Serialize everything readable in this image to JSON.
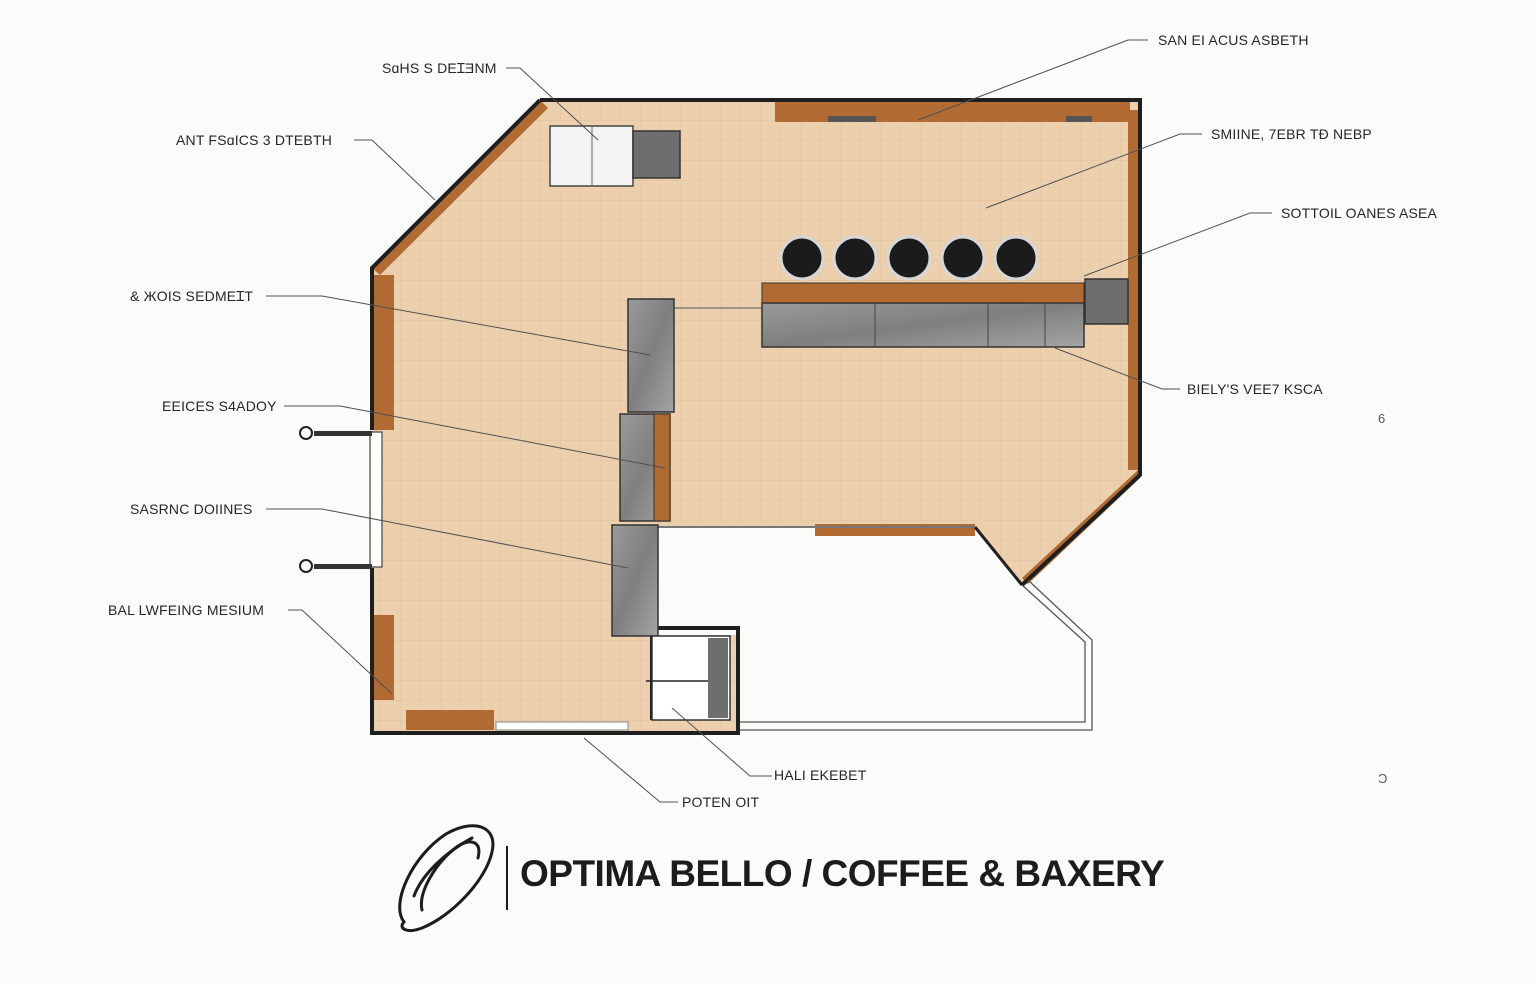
{
  "labels": {
    "l1": "SɑHS S DEꞮƎNM",
    "l2": "ANT FSɑICS 3 DTEBTH",
    "l3": "& ЖOIS SEDMEꞮT",
    "l4": "EEICES S4ADOY",
    "l5": "SASRNC DOIINES",
    "l6": "BAL LWFEING MESIUM",
    "r1": "SAN EI ACUS ASBETH",
    "r2": "SMIINE, 7EBR TƉ NEBP",
    "r3": "SOTTOIL OANES ASEA",
    "r4": "BIELY'S VEE7 KSCA",
    "b1": "HALI EKEBET",
    "b2": "POTEN OIT"
  },
  "marks": {
    "m1": "6",
    "m2": "Ͻ"
  },
  "brand": {
    "name": "OPTIMA BELLO / COFFEE & BAXERY"
  },
  "colors": {
    "floor": "#ecd0ae",
    "wall": "#1f1f1f",
    "wood": "#b26a33",
    "counter_stone": "#8e8e8e",
    "stool": "#1b1b1b",
    "leader": "#505050"
  },
  "icons": {
    "logo": "coffee-bean-swirl-icon"
  }
}
